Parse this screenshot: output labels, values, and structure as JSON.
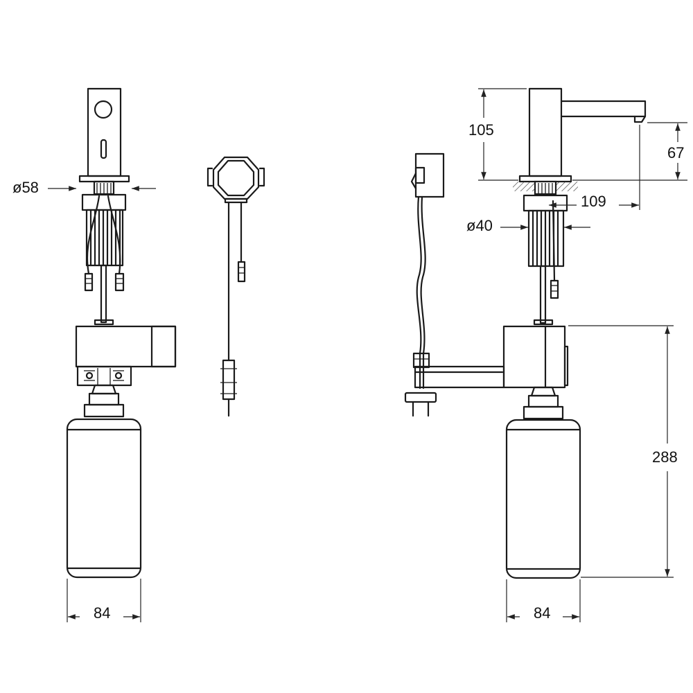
{
  "dimensions": {
    "front_flange_diameter": "ø58",
    "front_width": "84",
    "side_height_top": "105",
    "side_spout_height": "67",
    "side_reach": "109",
    "side_shank_diameter": "ø40",
    "side_total_height": "288",
    "side_width": "84"
  }
}
